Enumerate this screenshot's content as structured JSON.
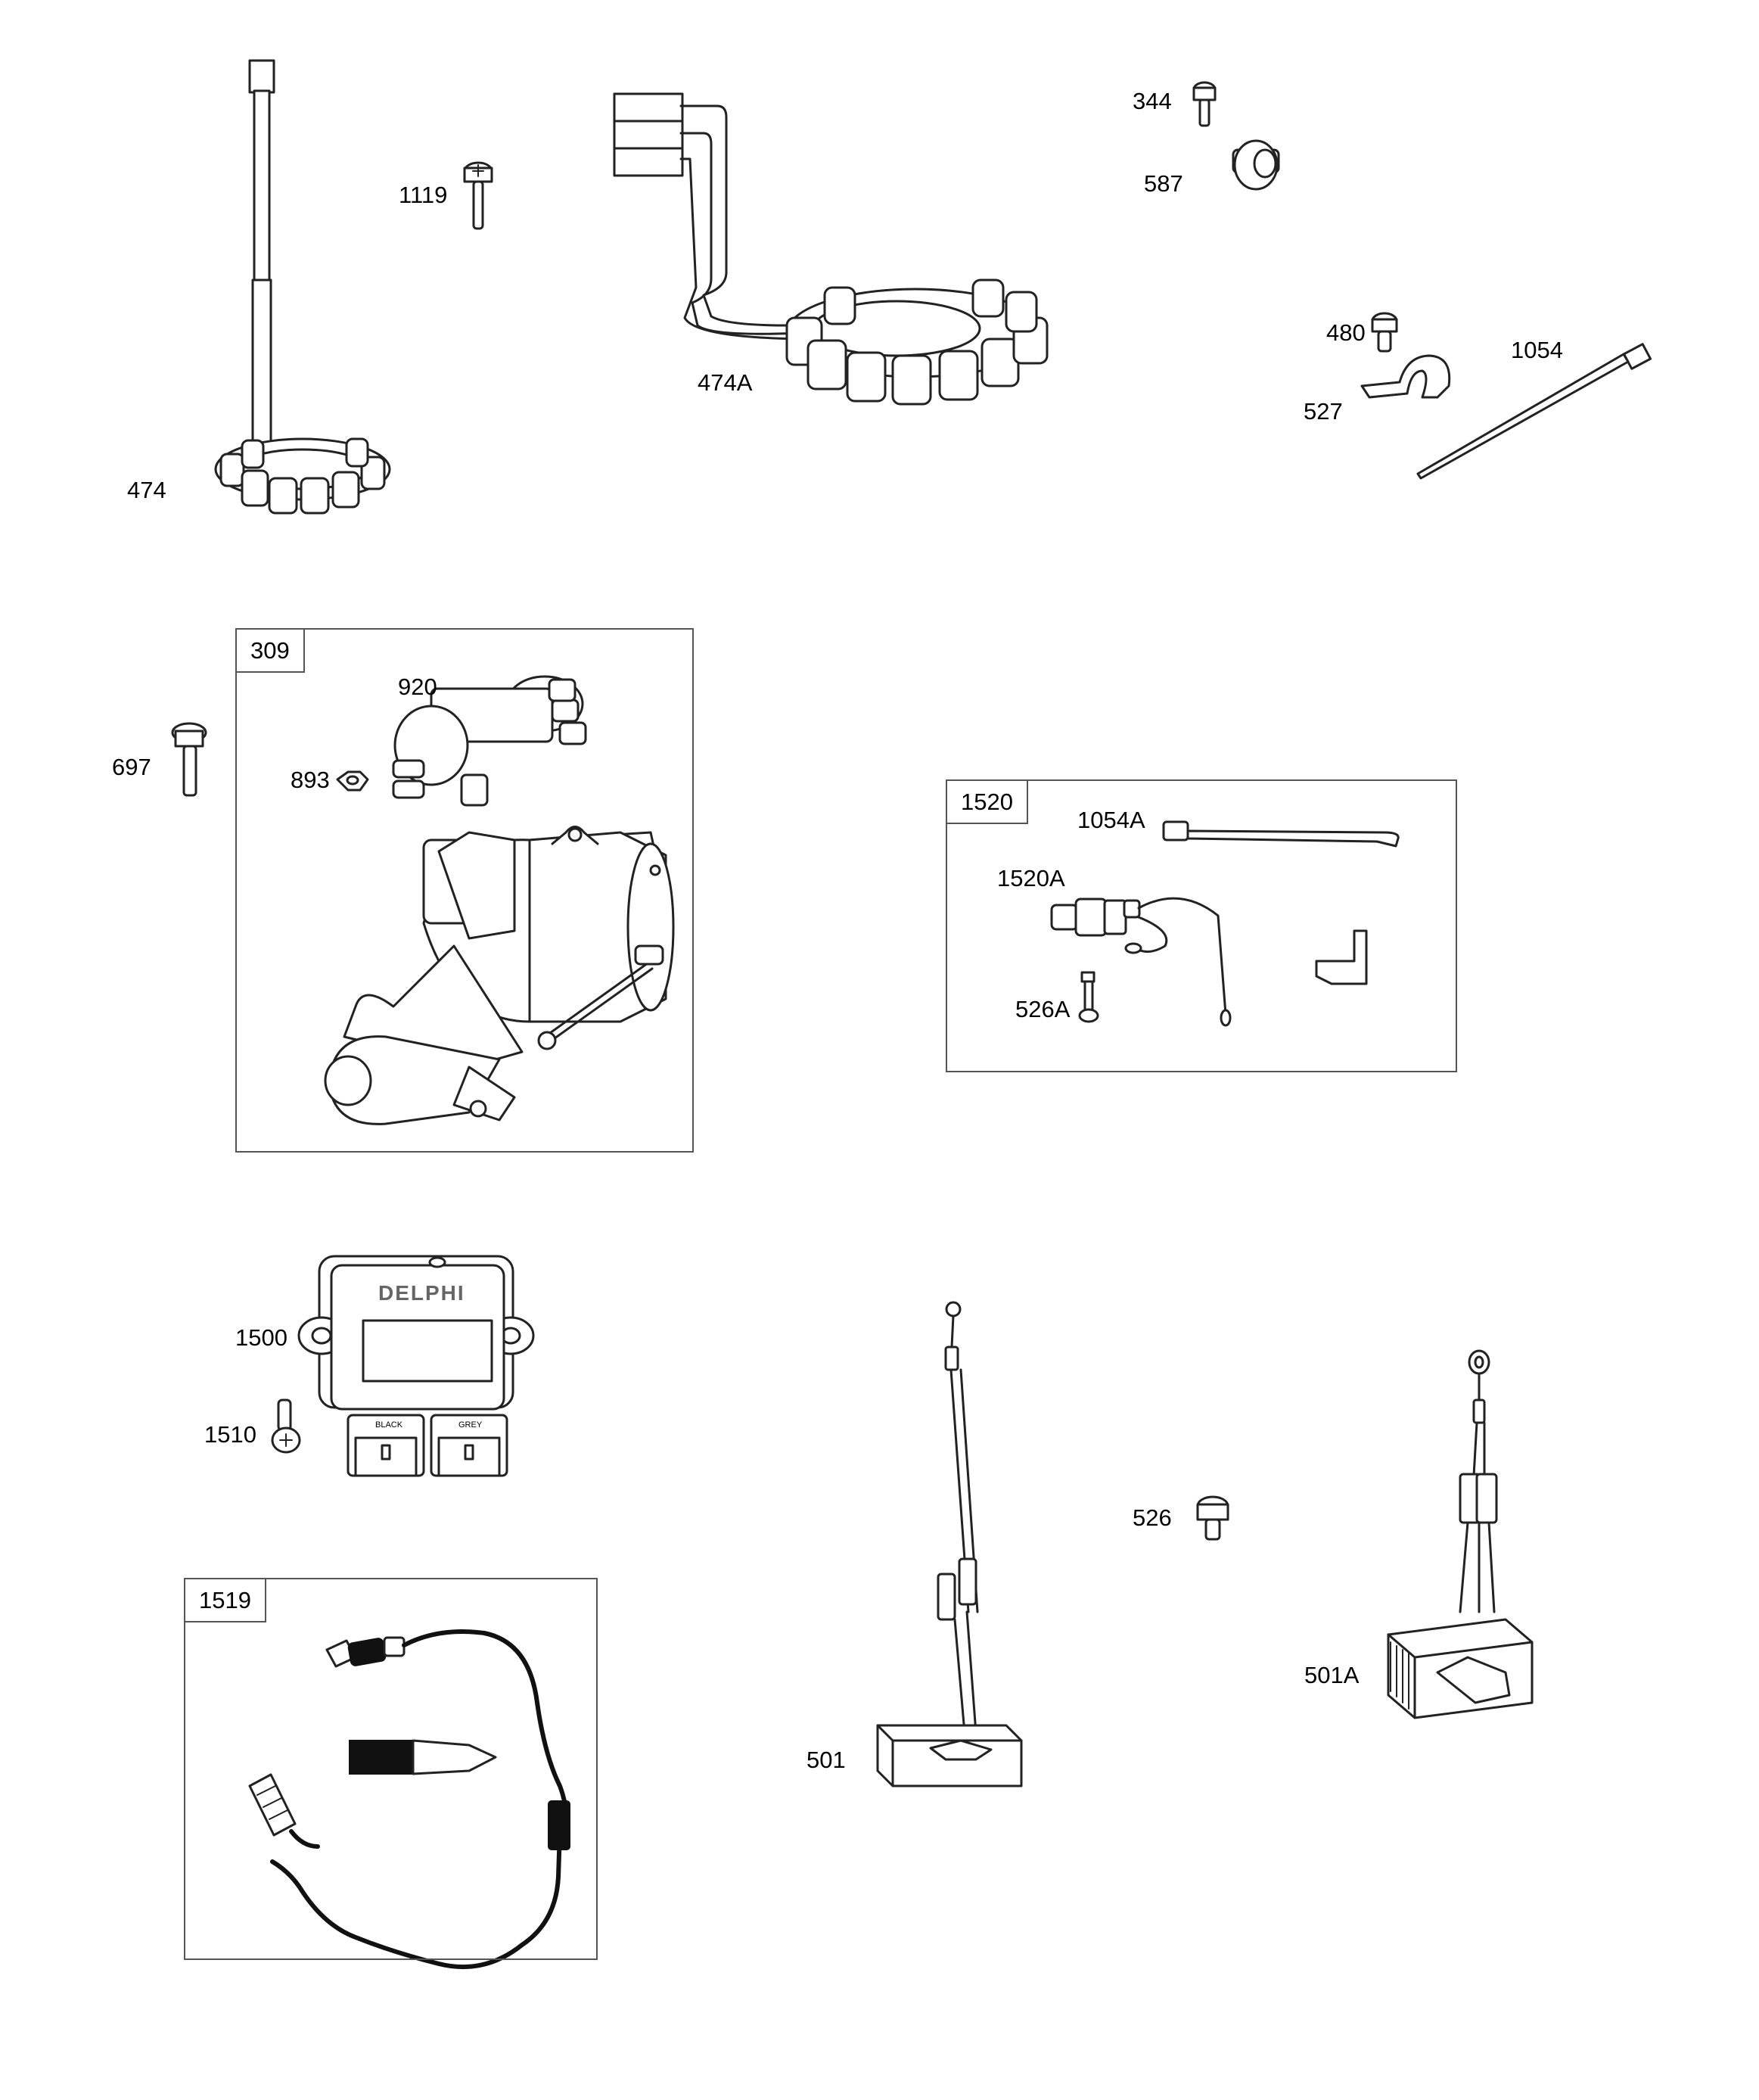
{
  "parts": {
    "p474": "474",
    "p1119": "1119",
    "p474A": "474A",
    "p344": "344",
    "p587": "587",
    "p480": "480",
    "p1054": "1054",
    "p527": "527",
    "p697": "697",
    "p920": "920",
    "p893": "893",
    "p1054A": "1054A",
    "p1520A": "1520A",
    "p526A": "526A",
    "p1500": "1500",
    "p1510": "1510",
    "p526": "526",
    "p501A": "501A",
    "p501": "501"
  },
  "kits": {
    "k309": "309",
    "k1520": "1520",
    "k1519": "1519"
  },
  "module_text": {
    "brand": "DELPHI",
    "left_port": "BLACK",
    "right_port": "GREY"
  }
}
